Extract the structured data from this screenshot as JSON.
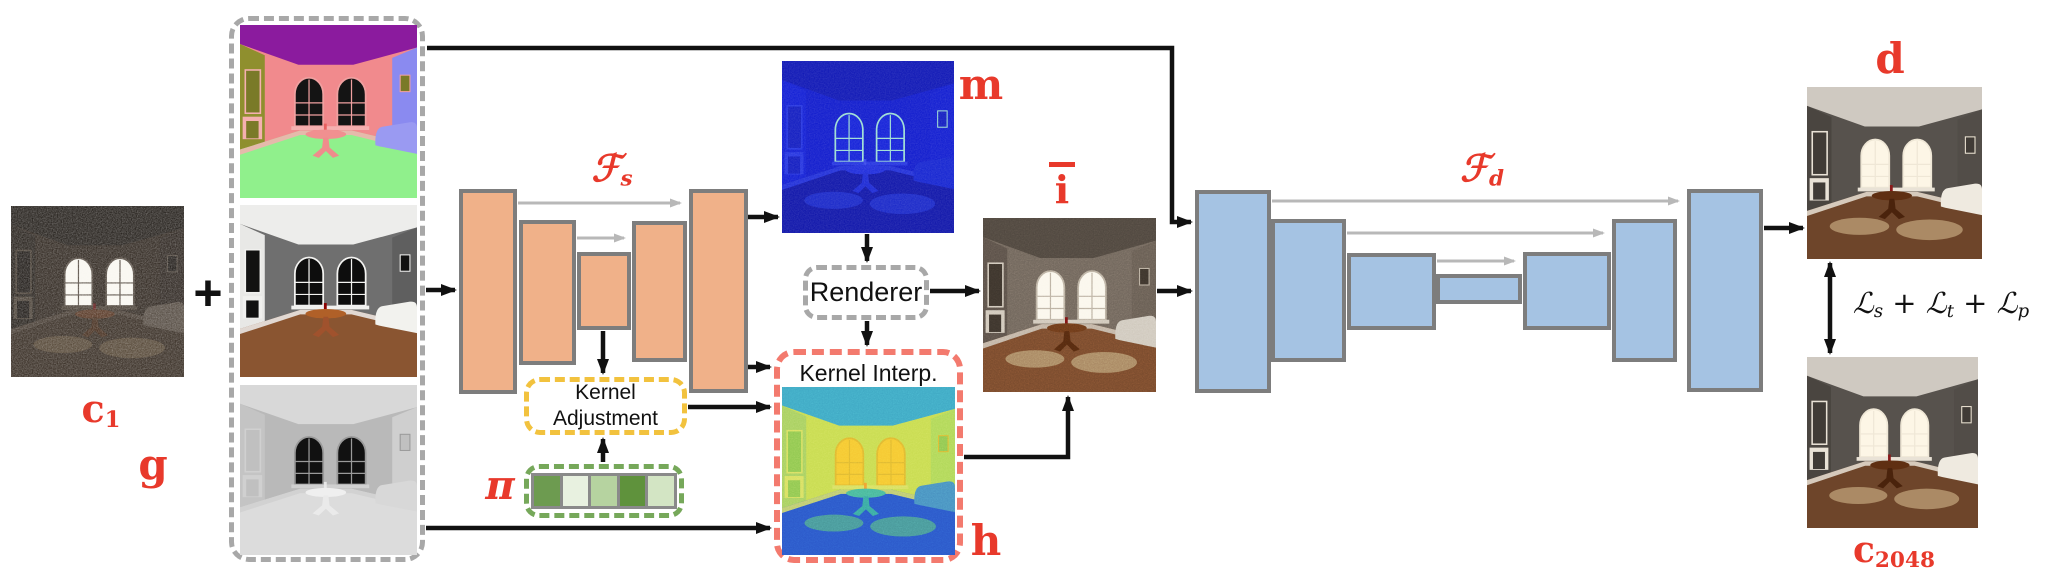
{
  "left": {
    "c1_base": "c",
    "c1_sub": "1",
    "plus": "+",
    "g_label": "g"
  },
  "sample_net": {
    "f": "ℱ",
    "sub": "s"
  },
  "kernel_adjustment": {
    "line1": "Kernel",
    "line2": "Adjustment"
  },
  "pi": {
    "label": "π",
    "cells": [
      "#6d9b50",
      "#e8f1e0",
      "#b6d3a0",
      "#5f923c",
      "#d3e5c4"
    ]
  },
  "mid": {
    "m_label": "m",
    "renderer_label": "Renderer",
    "kernel_interp_title": "Kernel Interp.",
    "h_label": "h",
    "ibar_letter": "i"
  },
  "denoise_net": {
    "f": "ℱ",
    "sub": "d"
  },
  "right": {
    "d_label": "d",
    "c2048_base": "c",
    "c2048_sub": "2048",
    "loss_1_base": "ℒ",
    "loss_1_sub": "s",
    "loss_plus_1": "+",
    "loss_2_base": "ℒ",
    "loss_2_sub": "t",
    "loss_plus_2": "+",
    "loss_3_base": "ℒ",
    "loss_3_sub": "p"
  },
  "colors": {
    "accent_red": "#e8392b",
    "encoder_block": "#f0b189",
    "decoder_block": "#a5c3e3",
    "block_border": "#7d7d7d",
    "gray_dash": "#a8a8a8",
    "yellow_dash": "#f2c23e",
    "green_dash": "#76a85a",
    "salmon_dash": "#f37a6e",
    "skip_arrow": "#b8b8b8",
    "arrow_black": "#111111"
  }
}
